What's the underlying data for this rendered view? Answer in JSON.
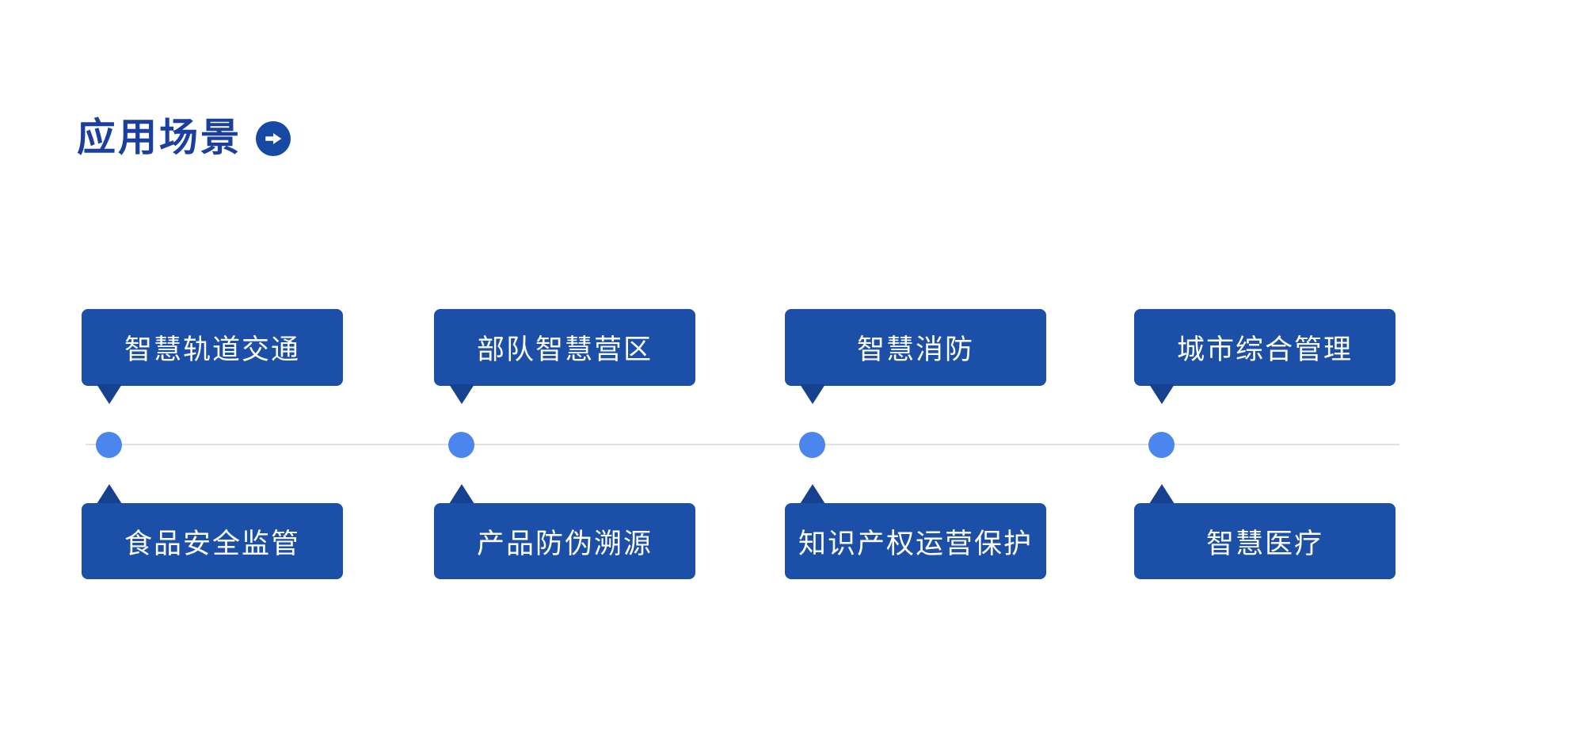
{
  "page": {
    "background_color": "#ffffff",
    "header": {
      "title": "应用场景",
      "title_color": "#1b3f9e",
      "arrow_icon": "circle-right-arrow",
      "arrow_circle_color": "#1549a4",
      "arrow_glyph_color": "#ffffff"
    },
    "timeline": {
      "line_color": "#e1e1e1",
      "dot_color": "#4b86ef",
      "bubble_color": "#1c4fa8",
      "pointer_color": "#16418e",
      "bubble_text_color": "#ffffff",
      "columns": [
        {
          "top_label": "智慧轨道交通",
          "bottom_label": "食品安全监管"
        },
        {
          "top_label": "部队智慧营区",
          "bottom_label": "产品防伪溯源"
        },
        {
          "top_label": "智慧消防",
          "bottom_label": "知识产权运营保护"
        },
        {
          "top_label": "城市综合管理",
          "bottom_label": "智慧医疗"
        }
      ]
    }
  }
}
